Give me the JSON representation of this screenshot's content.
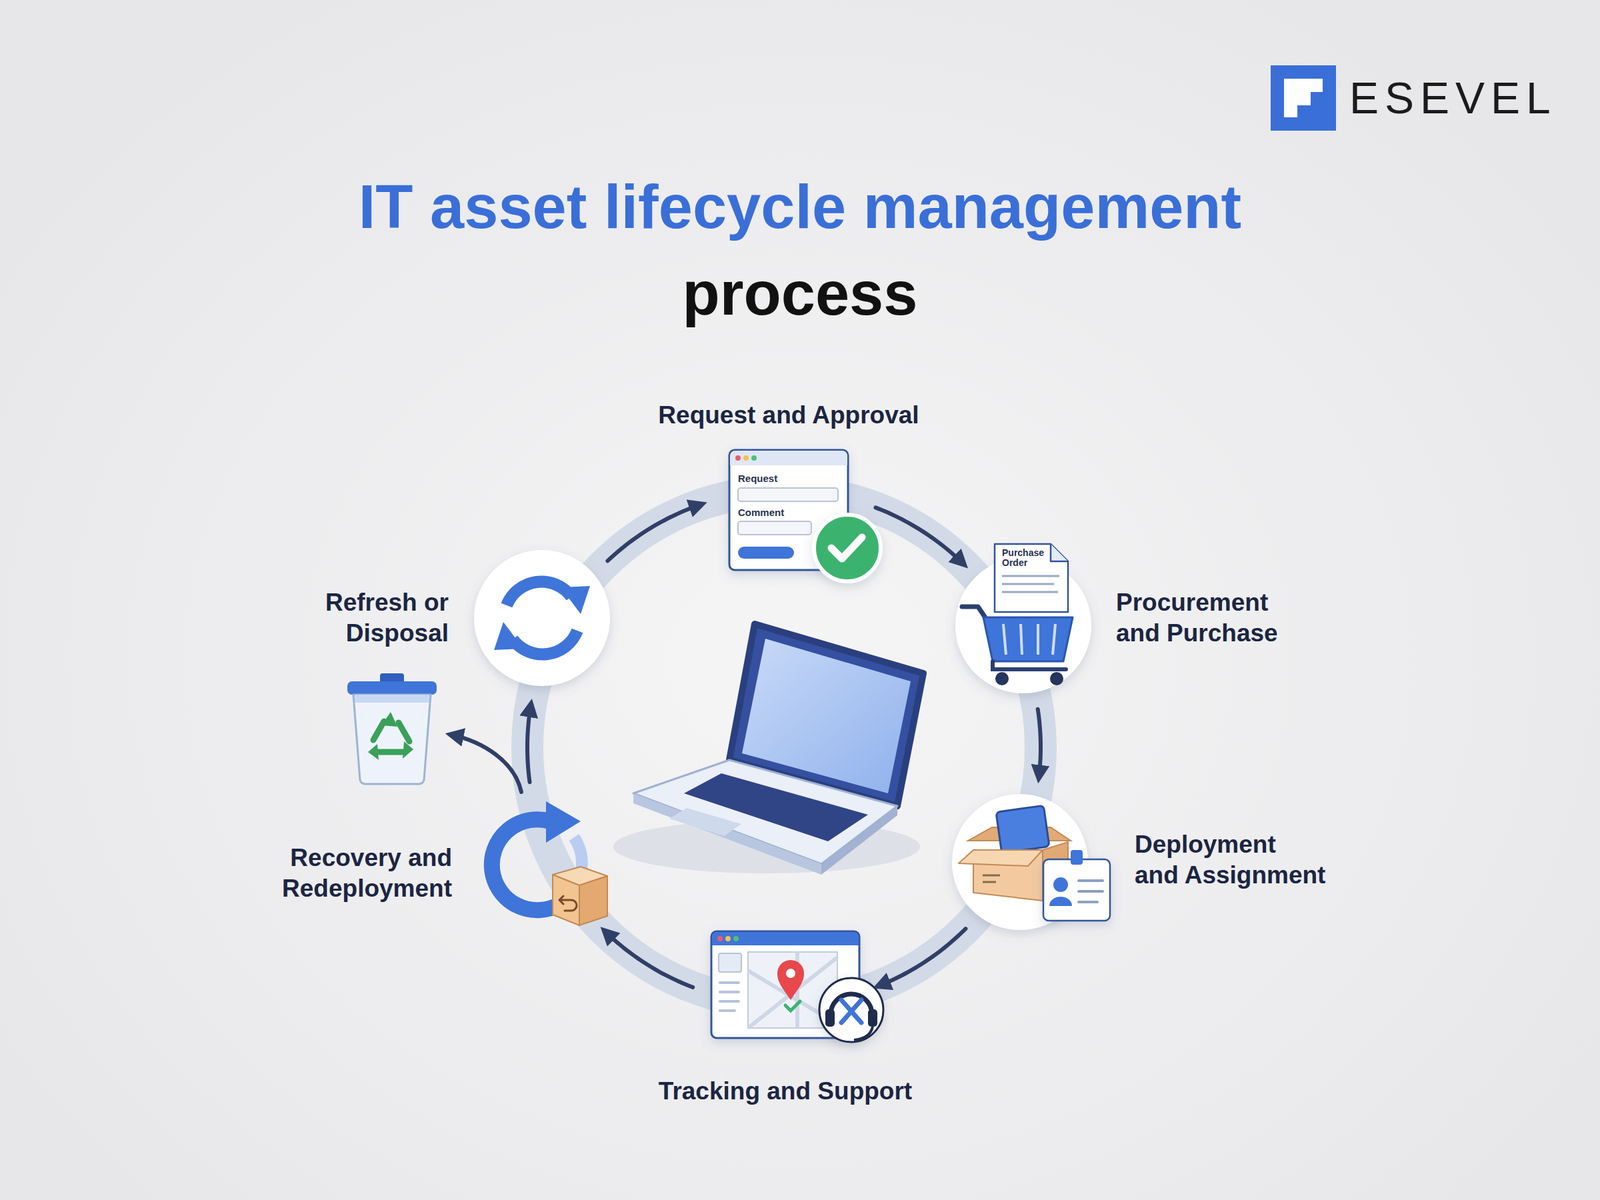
{
  "diagram": {
    "title": "IT asset lifecycle management process",
    "nodes": [
      {
        "text": [
          "Request and Approval"
        ]
      },
      {
        "text": [
          "Procurement and Purchase"
        ]
      },
      {
        "text": [
          "Deployment and Assignment"
        ]
      },
      {
        "text": [
          "Tracking and Support"
        ]
      },
      {
        "text": [
          "Recovery and Redeployment"
        ]
      },
      {
        "text": [
          "Refresh or Disposal"
        ]
      }
    ],
    "edges": [
      {
        "from": 0,
        "to": 1,
        "arrow": "to"
      },
      {
        "from": 1,
        "to": 2,
        "arrow": "to"
      },
      {
        "from": 2,
        "to": 3,
        "arrow": "to"
      },
      {
        "from": 3,
        "to": 4,
        "arrow": "to"
      },
      {
        "from": 4,
        "to": 5,
        "arrow": "to"
      },
      {
        "from": 5,
        "to": 0,
        "arrow": "to"
      }
    ],
    "labels": [
      "ESEVEL",
      "Request",
      "Comment",
      "Purchase Order"
    ]
  }
}
